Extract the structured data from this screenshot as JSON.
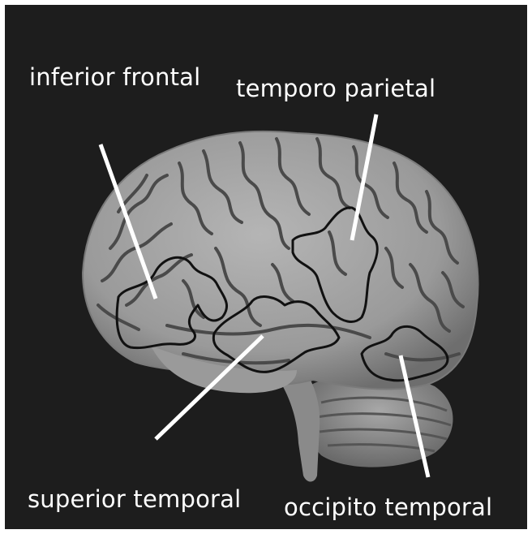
{
  "labels": {
    "inferior_frontal": "inferior frontal",
    "temporo_parietal": "temporo parietal",
    "superior_temporal": "superior temporal",
    "occipito_temporal": "occipito temporal"
  },
  "colors": {
    "background": "#1d1d1d",
    "brain": "#9c9c9c",
    "sulci": "#4a4a4a",
    "region_outline": "#111111",
    "pointer": "#ffffff"
  }
}
